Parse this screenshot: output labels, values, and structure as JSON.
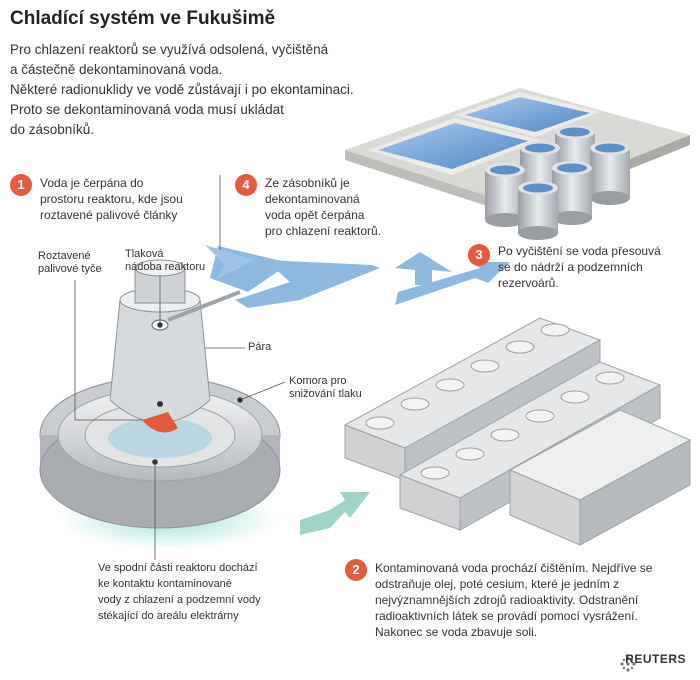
{
  "title": "Chladící systém ve Fukušimě",
  "intro": [
    "Pro chlazení reaktorů se využívá odsolená, vyčištěná",
    "a částečně dekontaminovaná voda.",
    "Některé radionuklidy ve vodě zůstávají i po ekontaminaci.",
    "Proto se dekontaminovaná voda musí ukládat",
    "do zásobníků."
  ],
  "steps": [
    {
      "number": "1",
      "lines": [
        "Voda je čerpána do",
        "prostoru reaktoru, kde jsou",
        "roztavené palivové články"
      ]
    },
    {
      "number": "2",
      "lines": [
        "Kontaminovaná voda prochází čištěním. Nejdříve se",
        "odstraňuje olej, poté cesium, které je jedním z",
        "nejvýznamnějších zdrojů radioaktivity. Odstranění",
        "radioaktivních látek se provádí pomocí vysrážení.",
        "Nakonec se voda zbavuje soli."
      ]
    },
    {
      "number": "3",
      "lines": [
        "Po vyčištění se voda přesouvá",
        "se do nádrží a podzemních",
        "rezervoárů."
      ]
    },
    {
      "number": "4",
      "lines": [
        "Ze zásobníků je",
        "dekontaminovaná",
        "voda opět čerpána",
        "pro chlazení reaktorů."
      ]
    }
  ],
  "labels": {
    "fuel_rods": [
      "Roztavené",
      "palivové tyče"
    ],
    "pressure_vessel": [
      "Tlaková",
      "nádoba reaktoru"
    ],
    "steam": [
      "Pára"
    ],
    "suppression_chamber": [
      "Komora pro",
      "snižování tlaku"
    ]
  },
  "bottom_note": [
    "Ve spodní části reaktoru dochází",
    "ke kontaktu kontaminované",
    "vody z chlazení a podzemní vody",
    "stékající do areálu elektrárny"
  ],
  "credit": "REUTERS",
  "colors": {
    "accent": "#e35a3c",
    "water": "#6fa3d6",
    "arrow": "#8fb8de",
    "arrow_green": "#9fd3c7"
  }
}
